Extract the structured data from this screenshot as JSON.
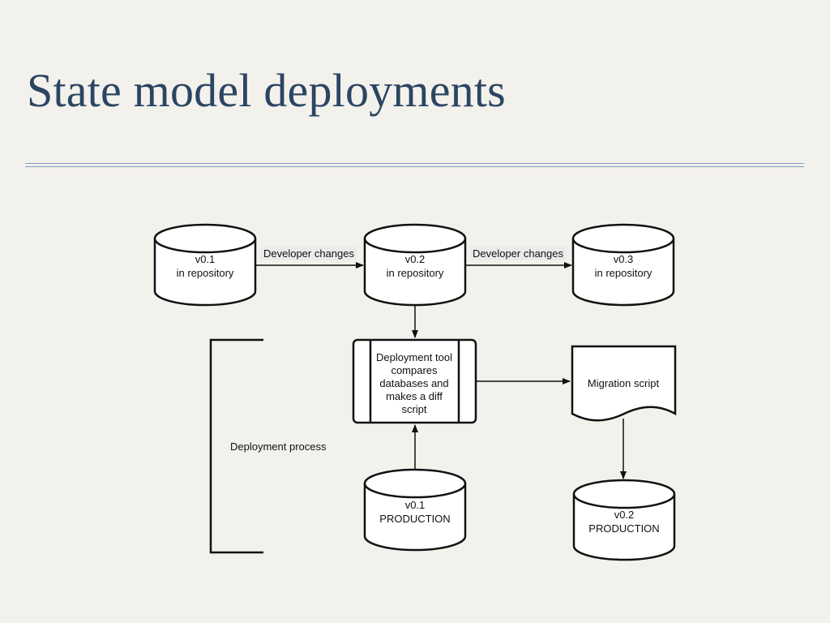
{
  "slide": {
    "title": "State model deployments"
  },
  "diagram": {
    "nodes": {
      "repo_v01": {
        "line1": "v0.1",
        "line2": "in repository"
      },
      "repo_v02": {
        "line1": "v0.2",
        "line2": "in repository"
      },
      "repo_v03": {
        "line1": "v0.3",
        "line2": "in repository"
      },
      "tool": {
        "lines": [
          "Deployment tool",
          "compares",
          "databases and",
          "makes a diff",
          "script"
        ]
      },
      "migration": {
        "label": "Migration script"
      },
      "prod_v01": {
        "line1": "v0.1",
        "line2": "PRODUCTION"
      },
      "prod_v02": {
        "line1": "v0.2",
        "line2": "PRODUCTION"
      }
    },
    "edges": {
      "dev_changes_1": "Developer changes",
      "dev_changes_2": "Developer changes"
    },
    "bracket_label": "Deployment process"
  }
}
